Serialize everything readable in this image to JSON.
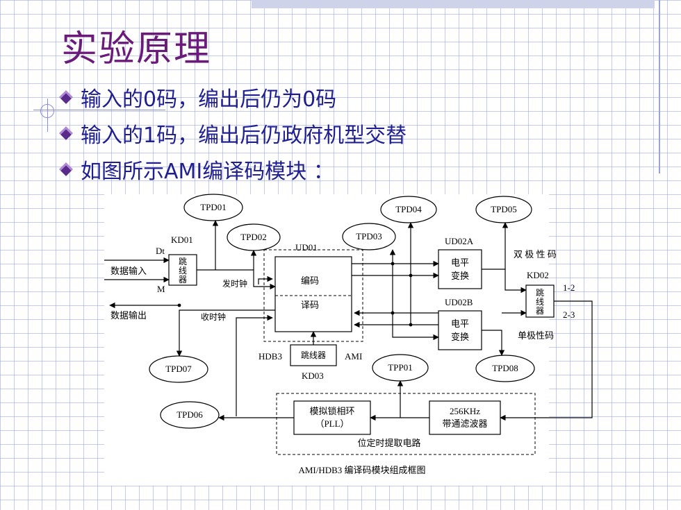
{
  "title": "实验原理",
  "bullets": [
    "输入的0码，编出后仍为0码",
    "输入的1码，编出后仍政府机型交替",
    "如图所示AMI编译码模块 ："
  ],
  "diagram": {
    "caption": "AMI/HDB3 编译码模块组成框图",
    "test_points": [
      "TPD01",
      "TPD02",
      "TPD03",
      "TPD04",
      "TPD05",
      "TPD06",
      "TPD07",
      "TPD08",
      "TPP01"
    ],
    "labels": {
      "kd01": "KD01",
      "dt": "Dt",
      "m": "M",
      "data_in": "数据输入",
      "data_out": "数据输出",
      "tx_clock": "发时钟",
      "rx_clock": "收时钟",
      "ud01": "UD01",
      "encode": "编码",
      "decode": "译码",
      "hdb3": "HDB3",
      "ami": "AMI",
      "jumper": "跳线器",
      "kd03": "KD03",
      "ud02a": "UD02A",
      "ud02b": "UD02B",
      "level_conv": "电平变换",
      "bipolar": "双 极 性 码",
      "unipolar": "单极性码",
      "kd02": "KD02",
      "pin12": "1-2",
      "pin23": "2-3",
      "pll": "模拟锁相环",
      "pll_sub": "（PLL）",
      "filter": "256KHz",
      "filter_sub": "带通滤波器",
      "timing": "位定时提取电路"
    }
  }
}
